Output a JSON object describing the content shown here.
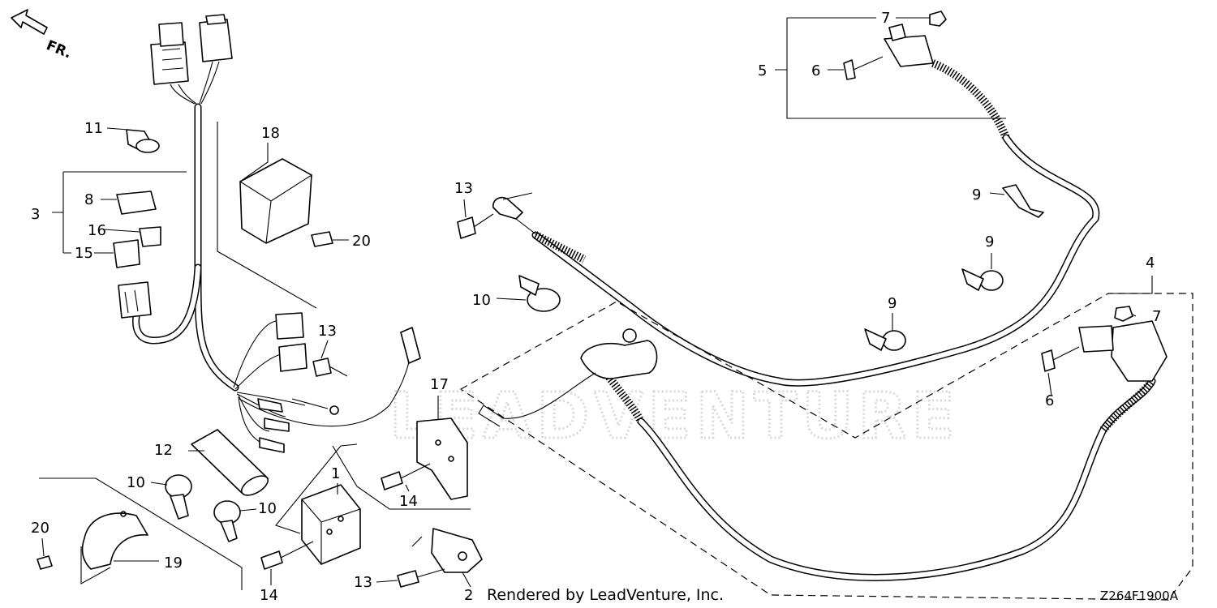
{
  "direction_label": "FR.",
  "watermark": "LEADVENTURE",
  "credit": "Rendered by LeadVenture, Inc.",
  "diagram_code": "Z264F1900A",
  "callouts": {
    "c1": "1",
    "c2": "2",
    "c3": "3",
    "c4": "4",
    "c5": "5",
    "c6a": "6",
    "c6b": "6",
    "c7a": "7",
    "c7b": "7",
    "c8": "8",
    "c9a": "9",
    "c9b": "9",
    "c9c": "9",
    "c10a": "10",
    "c10b": "10",
    "c10c": "10",
    "c11": "11",
    "c12": "12",
    "c13a": "13",
    "c13b": "13",
    "c13c": "13",
    "c14a": "14",
    "c14b": "14",
    "c15": "15",
    "c16": "16",
    "c17": "17",
    "c18": "18",
    "c19": "19",
    "c20a": "20",
    "c20b": "20"
  }
}
